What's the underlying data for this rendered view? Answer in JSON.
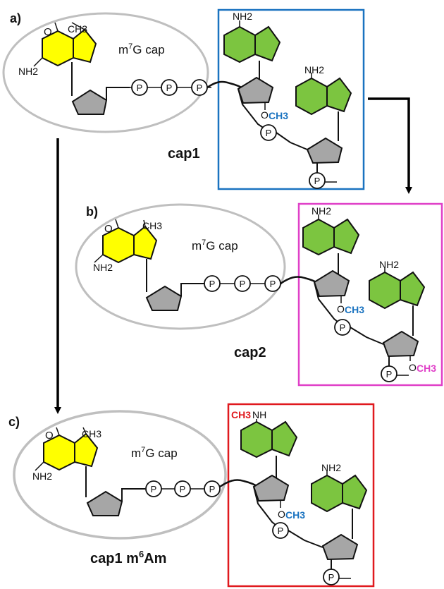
{
  "colors": {
    "guanine_ring": "#ffff00",
    "adenine_ring": "#7cc540",
    "sugar": "#a6a6a6",
    "cap_oval": "#bfbfbf",
    "box_cap1": "#1a73c0",
    "box_cap2": "#e040c8",
    "box_m6am": "#e0191e",
    "methyl_blue": "#1a73c0",
    "methyl_pink": "#e040c8",
    "methyl_red": "#e0191e"
  },
  "panels": [
    {
      "letter": "a)",
      "cap_label_base": "m",
      "cap_label_sup": "7",
      "cap_label_rest": "G cap",
      "methyl_top": "CH3",
      "carbonyl": "O",
      "amine": "NH2",
      "phosphates": [
        "P",
        "P",
        "P"
      ],
      "adenine1_group": "NH2",
      "adenine2_group": "NH2",
      "o_label": "O",
      "o_methyl": "CH3",
      "linker_p": "P",
      "tail_p": "P",
      "caption": "cap1"
    },
    {
      "letter": "b)",
      "cap_label_base": "m",
      "cap_label_sup": "7",
      "cap_label_rest": "G cap",
      "methyl_top": "CH3",
      "carbonyl": "O",
      "amine": "NH2",
      "phosphates": [
        "P",
        "P",
        "P"
      ],
      "adenine1_group": "NH2",
      "adenine2_group": "NH2",
      "o_label": "O",
      "o_methyl": "CH3",
      "linker_p": "P",
      "tail_p": "P",
      "o2_label": "O",
      "o2_methyl": "CH3",
      "caption": "cap2"
    },
    {
      "letter": "c)",
      "cap_label_base": "m",
      "cap_label_sup": "7",
      "cap_label_rest": "G cap",
      "methyl_top": "CH3",
      "carbonyl": "O",
      "amine": "NH2",
      "phosphates": [
        "P",
        "P",
        "P"
      ],
      "adenine1_methyl": "CH3",
      "adenine1_group": "NH",
      "adenine2_group": "NH2",
      "o_label": "O",
      "o_methyl": "CH3",
      "linker_p": "P",
      "tail_p": "P",
      "caption_base": "cap1 m",
      "caption_sup": "6",
      "caption_rest": "Am"
    }
  ]
}
